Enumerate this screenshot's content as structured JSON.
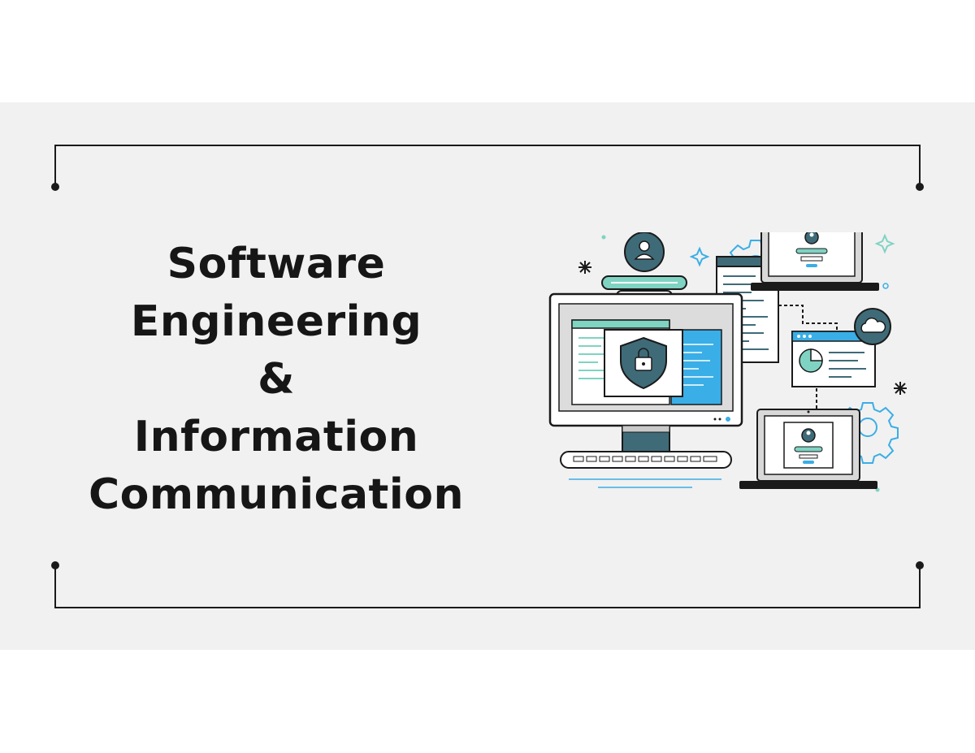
{
  "slide": {
    "title_lines": [
      "Software",
      "Engineering",
      "&",
      "Information",
      "Communication"
    ]
  },
  "colors": {
    "background": "#f1f1f1",
    "ink": "#161616",
    "teal_dark": "#3f6b78",
    "teal_light": "#7fd3c3",
    "blue": "#3aaee6"
  },
  "illustration": {
    "icons": [
      "user-icon",
      "shield-lock-icon",
      "cloud-icon",
      "gear-icon",
      "pie-chart-icon",
      "laptop-icon",
      "monitor-icon",
      "keyboard-icon"
    ]
  }
}
